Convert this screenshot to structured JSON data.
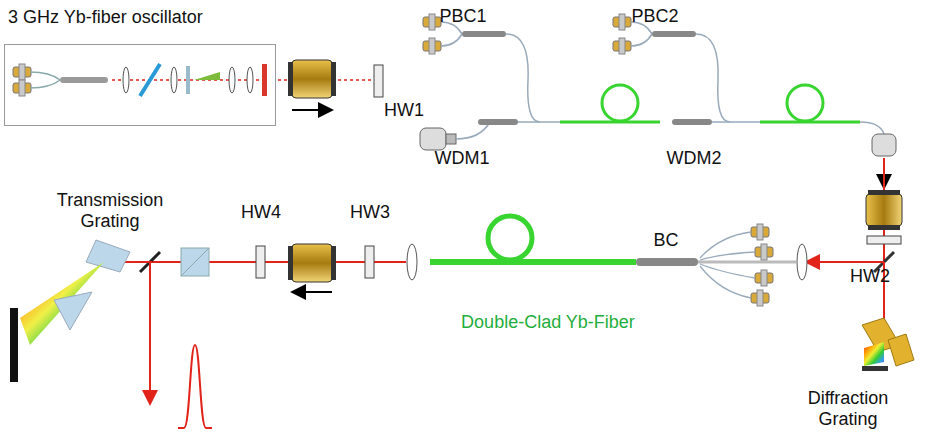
{
  "diagram": {
    "nodes": [
      {
        "text": [
          "3 GHz Yb-fiber oscillator"
        ]
      }
    ],
    "labels": [
      "PBC1",
      "PBC2",
      "HW1",
      "WDM1",
      "WDM2",
      "Transmission Grating",
      "HW4",
      "HW3",
      "BC",
      "HW2",
      "Double-Clad Yb-Fiber",
      "Diffraction Grating"
    ]
  }
}
